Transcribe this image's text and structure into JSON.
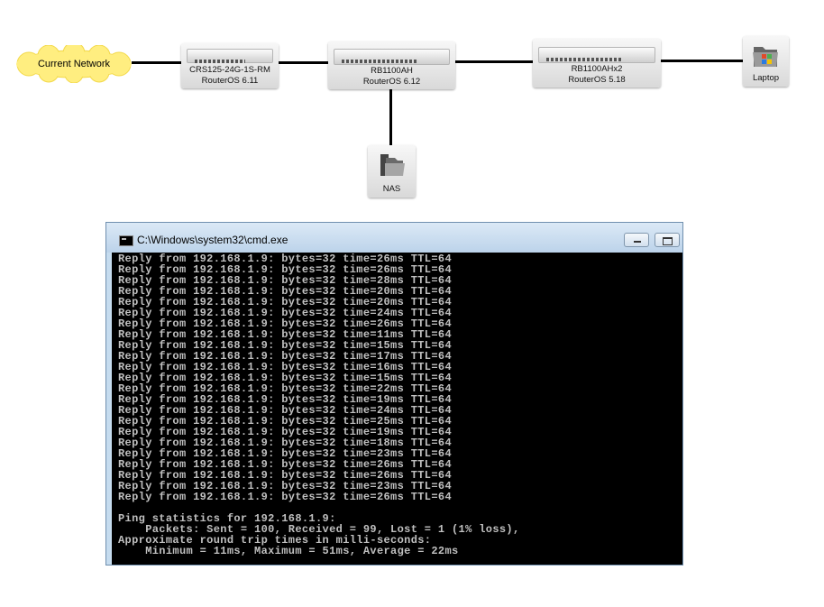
{
  "network": {
    "cloud_label": "Current Network",
    "devices": [
      {
        "name": "CRS125-24G-1S-RM",
        "os": "RouterOS 6.11"
      },
      {
        "name": "RB1100AH",
        "os": "RouterOS 6.12"
      },
      {
        "name": "RB1100AHx2",
        "os": "RouterOS 5.18"
      }
    ],
    "laptop_label": "Laptop",
    "nas_label": "NAS"
  },
  "cmd": {
    "title": "C:\\Windows\\system32\\cmd.exe",
    "reply_lines": [
      "Reply from 192.168.1.9: bytes=32 time=26ms TTL=64",
      "Reply from 192.168.1.9: bytes=32 time=26ms TTL=64",
      "Reply from 192.168.1.9: bytes=32 time=28ms TTL=64",
      "Reply from 192.168.1.9: bytes=32 time=20ms TTL=64",
      "Reply from 192.168.1.9: bytes=32 time=20ms TTL=64",
      "Reply from 192.168.1.9: bytes=32 time=24ms TTL=64",
      "Reply from 192.168.1.9: bytes=32 time=26ms TTL=64",
      "Reply from 192.168.1.9: bytes=32 time=11ms TTL=64",
      "Reply from 192.168.1.9: bytes=32 time=15ms TTL=64",
      "Reply from 192.168.1.9: bytes=32 time=17ms TTL=64",
      "Reply from 192.168.1.9: bytes=32 time=16ms TTL=64",
      "Reply from 192.168.1.9: bytes=32 time=15ms TTL=64",
      "Reply from 192.168.1.9: bytes=32 time=22ms TTL=64",
      "Reply from 192.168.1.9: bytes=32 time=19ms TTL=64",
      "Reply from 192.168.1.9: bytes=32 time=24ms TTL=64",
      "Reply from 192.168.1.9: bytes=32 time=25ms TTL=64",
      "Reply from 192.168.1.9: bytes=32 time=19ms TTL=64",
      "Reply from 192.168.1.9: bytes=32 time=18ms TTL=64",
      "Reply from 192.168.1.9: bytes=32 time=23ms TTL=64",
      "Reply from 192.168.1.9: bytes=32 time=26ms TTL=64",
      "Reply from 192.168.1.9: bytes=32 time=26ms TTL=64",
      "Reply from 192.168.1.9: bytes=32 time=23ms TTL=64",
      "Reply from 192.168.1.9: bytes=32 time=26ms TTL=64"
    ],
    "stats_header": "Ping statistics for 192.168.1.9:",
    "packets_line": "    Packets: Sent = 100, Received = 99, Lost = 1 (1% loss),",
    "rtt_header": "Approximate round trip times in milli-seconds:",
    "rtt_line": "    Minimum = 11ms, Maximum = 51ms, Average = 22ms"
  }
}
